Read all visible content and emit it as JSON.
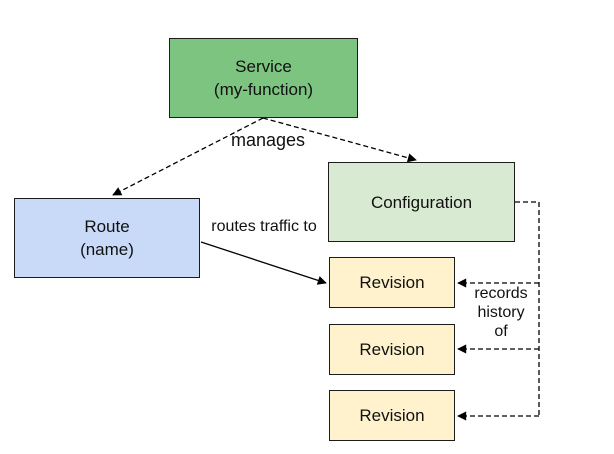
{
  "diagram": {
    "nodes": {
      "service": {
        "lines": [
          "Service",
          "(my-function)"
        ],
        "fill": "#7cc47f"
      },
      "route": {
        "lines": [
          "Route",
          "(name)"
        ],
        "fill": "#c9daf8"
      },
      "configuration": {
        "label": "Configuration",
        "fill": "#d9ead3"
      },
      "revisions": [
        {
          "label": "Revision"
        },
        {
          "label": "Revision"
        },
        {
          "label": "Revision"
        }
      ],
      "revision_fill": "#fff2cc"
    },
    "edge_labels": {
      "manages": "manages",
      "routes_traffic_to": "routes traffic to",
      "records_history_of": {
        "lines": [
          "records",
          "history",
          "of"
        ]
      }
    },
    "colors": {
      "background": "#ffffff",
      "border": "#1c1c1c",
      "edge_line": "#000000",
      "text": "#111111"
    },
    "edges": [
      {
        "from": "service",
        "to": "route",
        "style": "dashed",
        "label": "manages"
      },
      {
        "from": "service",
        "to": "configuration",
        "style": "dashed",
        "label": "manages"
      },
      {
        "from": "route",
        "to": "revision-1",
        "style": "solid",
        "label": "routes traffic to"
      },
      {
        "from": "configuration",
        "to": "revision-1",
        "style": "dashed",
        "label": "records history of"
      },
      {
        "from": "configuration",
        "to": "revision-2",
        "style": "dashed",
        "label": "records history of"
      },
      {
        "from": "configuration",
        "to": "revision-3",
        "style": "dashed",
        "label": "records history of"
      }
    ]
  }
}
